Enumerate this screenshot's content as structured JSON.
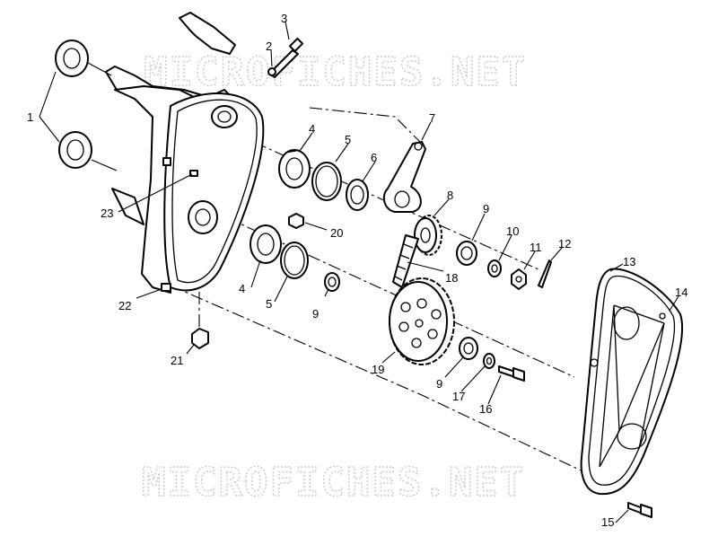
{
  "watermark_text": "MICROFICHES.NET",
  "callouts": [
    {
      "id": "c1",
      "label": "1"
    },
    {
      "id": "c2",
      "label": "2"
    },
    {
      "id": "c3",
      "label": "3"
    },
    {
      "id": "c4a",
      "label": "4"
    },
    {
      "id": "c4b",
      "label": "4"
    },
    {
      "id": "c5a",
      "label": "5"
    },
    {
      "id": "c5b",
      "label": "5"
    },
    {
      "id": "c6",
      "label": "6"
    },
    {
      "id": "c7",
      "label": "7"
    },
    {
      "id": "c8",
      "label": "8"
    },
    {
      "id": "c9a",
      "label": "9"
    },
    {
      "id": "c9b",
      "label": "9"
    },
    {
      "id": "c9c",
      "label": "9"
    },
    {
      "id": "c10",
      "label": "10"
    },
    {
      "id": "c11",
      "label": "11"
    },
    {
      "id": "c12",
      "label": "12"
    },
    {
      "id": "c13",
      "label": "13"
    },
    {
      "id": "c14",
      "label": "14"
    },
    {
      "id": "c15",
      "label": "15"
    },
    {
      "id": "c16",
      "label": "16"
    },
    {
      "id": "c17",
      "label": "17"
    },
    {
      "id": "c18",
      "label": "18"
    },
    {
      "id": "c19",
      "label": "19"
    },
    {
      "id": "c20",
      "label": "20"
    },
    {
      "id": "c21",
      "label": "21"
    },
    {
      "id": "c22",
      "label": "22"
    },
    {
      "id": "c23",
      "label": "23"
    }
  ]
}
